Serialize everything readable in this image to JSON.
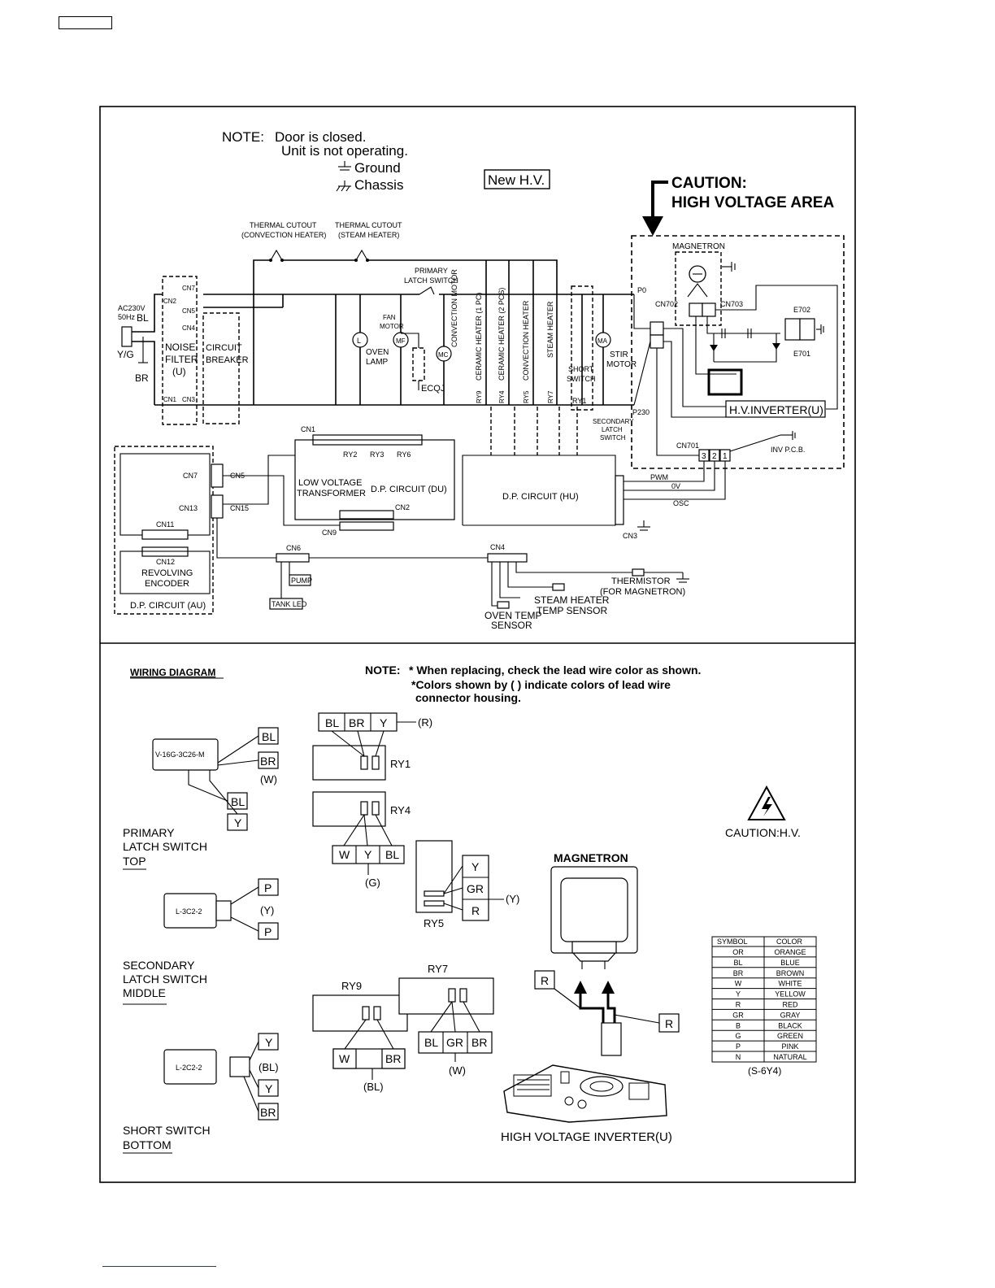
{
  "schematic": {
    "note_label": "NOTE:",
    "note_line1": "Door is closed.",
    "note_line2": "Unit is not operating.",
    "ground": "Ground",
    "chassis": "Chassis",
    "new_hv": "New H.V.",
    "caution_line1": "CAUTION:",
    "caution_line2": "HIGH VOLTAGE AREA",
    "magnetron": "MAGNETRON",
    "thermal_cutout_conv_1": "THERMAL CUTOUT",
    "thermal_cutout_conv_2": "(CONVECTION HEATER)",
    "thermal_cutout_steam_1": "THERMAL CUTOUT",
    "thermal_cutout_steam_2": "(STEAM HEATER)",
    "primary_latch_1": "PRIMARY",
    "primary_latch_2": "LATCH SWITCH",
    "ac_1": "AC230V",
    "ac_2": "50Hz",
    "bl": "BL",
    "yg": "Y/G",
    "br": "BR",
    "noise_filter_1": "NOISE",
    "noise_filter_2": "FILTER",
    "noise_filter_3": "(U)",
    "circuit_breaker_1": "CIRCUIT",
    "circuit_breaker_2": "BREAKER",
    "cn7": "CN7",
    "cn2": "CN2",
    "cn5": "CN5",
    "cn4": "CN4",
    "cn1": "CN1",
    "cn3": "CN3",
    "oven_lamp_sym": "L",
    "oven_lamp_1": "OVEN",
    "oven_lamp_2": "LAMP",
    "fan_motor_1": "FAN",
    "fan_motor_2": "MOTOR",
    "fan_sym": "MF",
    "ecqj": "ECQJ",
    "conv_motor_sym": "MC",
    "conv_motor": "CONVECTION MOTOR",
    "ceramic_1pc": "CERAMIC HEATER (1 PC)",
    "ceramic_2pcs": "CERAMIC HEATER (2 PCS)",
    "convection_heater": "CONVECTION HEATER",
    "steam_heater": "STEAM HEATER",
    "short_switch_1": "SHORT",
    "short_switch_2": "SWITCH",
    "stir_sym": "MA",
    "stir_1": "STIR",
    "stir_2": "MOTOR",
    "p0": "P0",
    "p230": "P230",
    "cn702": "CN702",
    "cn703": "CN703",
    "e702": "E702",
    "e701": "E701",
    "hv_inverter": "H.V.INVERTER(U)",
    "cn701": "CN701",
    "inv_pcb": "INV P.C.B.",
    "ry9": "RY9",
    "ry4": "RY4",
    "ry5": "RY5",
    "ry7": "RY7",
    "ry1": "RY1",
    "ry2": "RY2",
    "ry3": "RY3",
    "ry6": "RY6",
    "secondary_latch_1": "SECONDARY",
    "secondary_latch_2": "LATCH",
    "secondary_latch_3": "SWITCH",
    "low_voltage_1": "LOW VOLTAGE",
    "low_voltage_2": "TRANSFORMER",
    "dp_du": "D.P. CIRCUIT (DU)",
    "dp_hu": "D.P. CIRCUIT (HU)",
    "cn9": "CN9",
    "cn13": "CN13",
    "cn15": "CN15",
    "cn11": "CN11",
    "cn12": "CN12",
    "cn6": "CN6",
    "revolving_1": "REVOLVING",
    "revolving_2": "ENCODER",
    "dp_au": "D.P. CIRCUIT (AU)",
    "pump": "PUMP",
    "tank_led": "TANK LED",
    "pwm": "PWM",
    "ov": "0V",
    "osc": "OSC",
    "thermistor_1": "THERMISTOR",
    "thermistor_2": "(FOR MAGNETRON)",
    "steam_temp_1": "STEAM HEATER",
    "steam_temp_2": "TEMP SENSOR",
    "oven_temp_1": "OVEN TEMP",
    "oven_temp_2": "SENSOR",
    "pin3": "3",
    "pin2": "2",
    "pin1": "1"
  },
  "wiring": {
    "title": "WIRING DIAGRAM",
    "note_label": "NOTE:",
    "note_line1": "* When replacing, check the lead wire color as shown.",
    "note_line2": "*Colors shown by ( ) indicate colors of lead wire",
    "note_line3": "connector housing.",
    "primary_switch_model": "V-16G-3C26-M",
    "primary_1": "PRIMARY",
    "primary_2": "LATCH SWITCH",
    "primary_3": "TOP",
    "secondary_switch_model": "L-3C2-2",
    "secondary_1": "SECONDARY",
    "secondary_2": "LATCH SWITCH",
    "secondary_3": "MIDDLE",
    "short_switch_model": "L-2C2-2",
    "short_1": "SHORT SWITCH",
    "short_2": "BOTTOM",
    "w_open": "(W)",
    "y_open": "(Y)",
    "r_open": "(R)",
    "g_open": "(G)",
    "bl_open": "(BL)",
    "ry1": "RY1",
    "ry4": "RY4",
    "ry5": "RY5",
    "ry7": "RY7",
    "ry9": "RY9",
    "BL": "BL",
    "BR": "BR",
    "Y": "Y",
    "P": "P",
    "W": "W",
    "GR": "GR",
    "R": "R",
    "magnetron": "MAGNETRON",
    "caution_hv": "CAUTION:H.V.",
    "hv_inverter": "HIGH VOLTAGE INVERTER(U)",
    "color_table_code": "(S-6Y4)",
    "color_table": {
      "headers": [
        "SYMBOL",
        "COLOR"
      ],
      "rows": [
        [
          "OR",
          "ORANGE"
        ],
        [
          "BL",
          "BLUE"
        ],
        [
          "BR",
          "BROWN"
        ],
        [
          "W",
          "WHITE"
        ],
        [
          "Y",
          "YELLOW"
        ],
        [
          "R",
          "RED"
        ],
        [
          "GR",
          "GRAY"
        ],
        [
          "B",
          "BLACK"
        ],
        [
          "G",
          "GREEN"
        ],
        [
          "P",
          "PINK"
        ],
        [
          "N",
          "NATURAL"
        ]
      ]
    }
  }
}
